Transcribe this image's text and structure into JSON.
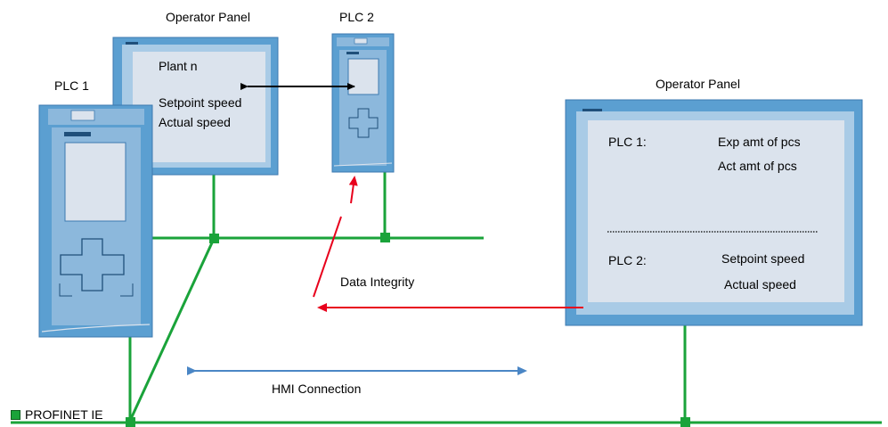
{
  "labels": {
    "plc1": "PLC 1",
    "plc2": "PLC 2",
    "operator_panel_top": "Operator Panel",
    "operator_panel_right": "Operator Panel",
    "data_integrity": "Data Integrity",
    "hmi_connection": "HMI Connection",
    "profinet": "PROFINET IE"
  },
  "panel_top": {
    "line1": "Plant n",
    "line2": "Setpoint speed",
    "line3": "Actual speed"
  },
  "panel_right": {
    "plc1_label": "PLC 1:",
    "plc1_line1": "Exp amt of pcs",
    "plc1_line2": "Act amt of pcs",
    "plc2_label": "PLC 2:",
    "plc2_line1": "Setpoint speed",
    "plc2_line2": "Actual speed"
  },
  "colors": {
    "network": "#1aa33a",
    "data_arrow": "#e8001c",
    "hmi_arrow": "#4a86c5",
    "device_frame": "#5b9fd1",
    "device_screen": "#dbe3ed"
  }
}
